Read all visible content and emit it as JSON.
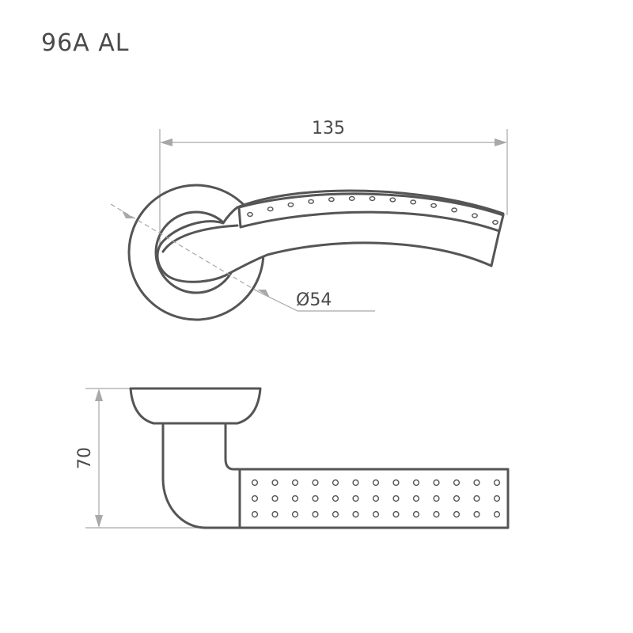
{
  "title": "96A AL",
  "dimensions": {
    "width_label": "135",
    "rosette_diameter_label": "Ø54",
    "height_label": "70"
  },
  "colors": {
    "outline": "#555555",
    "dimension_lines": "#a8a8a8",
    "background": "#ffffff"
  }
}
